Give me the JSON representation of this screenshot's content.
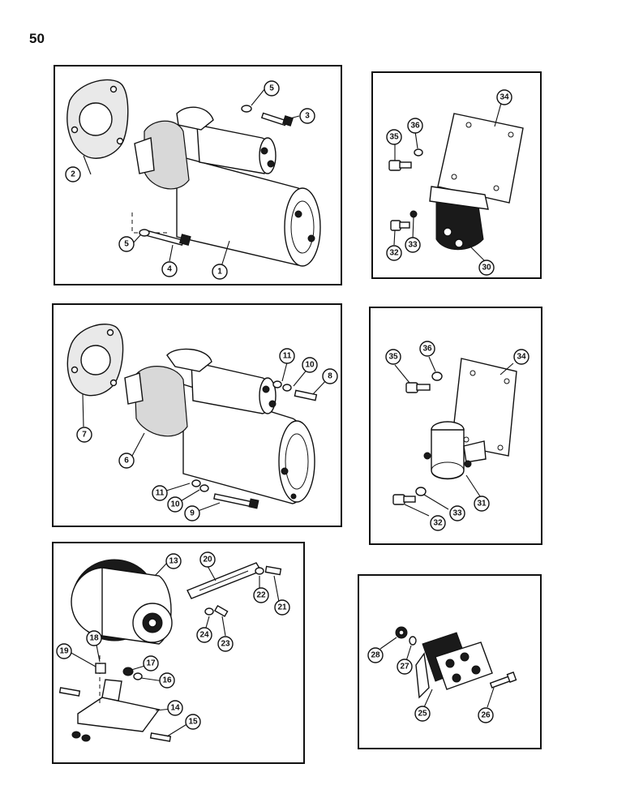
{
  "page": {
    "number": "50"
  },
  "panels": {
    "starter_a": {
      "callouts": [
        "5",
        "3",
        "2",
        "5",
        "4",
        "1"
      ]
    },
    "solenoid_a": {
      "callouts": [
        "34",
        "35",
        "36",
        "32",
        "33",
        "30"
      ]
    },
    "starter_b": {
      "callouts": [
        "11",
        "10",
        "8",
        "7",
        "6",
        "11",
        "10",
        "9"
      ]
    },
    "solenoid_b": {
      "callouts": [
        "35",
        "36",
        "34",
        "32",
        "33",
        "31"
      ]
    },
    "alternator": {
      "callouts": [
        "13",
        "20",
        "22",
        "21",
        "24",
        "23",
        "18",
        "19",
        "17",
        "16",
        "14",
        "15"
      ]
    },
    "relay": {
      "callouts": [
        "28",
        "27",
        "25",
        "26"
      ]
    }
  }
}
